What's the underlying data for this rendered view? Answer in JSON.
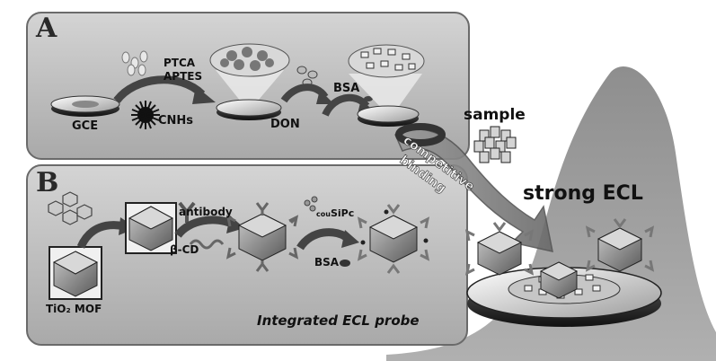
{
  "panels": {
    "a_letter": "A",
    "b_letter": "B"
  },
  "panel_a": {
    "gce": "GCE",
    "ptca": "PTCA",
    "aptes": "APTES",
    "cnhs": "CNHs",
    "don": "DON",
    "bsa": "BSA"
  },
  "panel_b": {
    "tio2_mof": "TiO₂ MOF",
    "antibody": "antibody",
    "beta_cd": "β-CD",
    "cousipc": "couSiPc",
    "cousipc_prefix": "cou",
    "cousipc_suffix": "SiPc",
    "bsa": "BSA",
    "probe_caption": "Integrated ECL probe"
  },
  "right": {
    "sample": "sample",
    "competitive": "competitive",
    "binding": "binding",
    "strong_ecl": "strong ECL"
  },
  "colors": {
    "panel_fill": "#bdbdbd",
    "panel_edge": "#6a6a6a",
    "peak_fill": "#9a9a9a",
    "arrow_dark": "#4a4a4a"
  }
}
